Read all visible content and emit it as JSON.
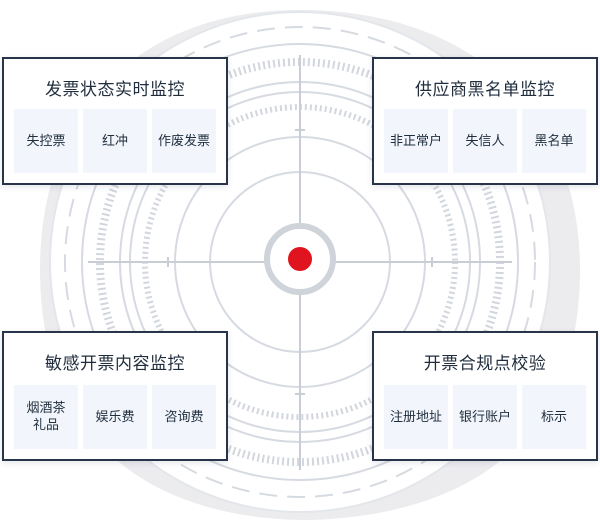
{
  "colors": {
    "frame": "#27344a",
    "tag_bg": "#f2f6fc",
    "ring": "#d6dae1",
    "ring_dark": "#c9ced6",
    "target": "#e0141e"
  },
  "cards": [
    {
      "title": "发票状态实时监控",
      "tags": [
        "失控票",
        "红冲",
        "作废发票"
      ]
    },
    {
      "title": "供应商黑名单监控",
      "tags": [
        "非正常户",
        "失信人",
        "黑名单"
      ]
    },
    {
      "title": "敏感开票内容监控",
      "tags": [
        "烟酒茶\n礼品",
        "娱乐费",
        "咨询费"
      ]
    },
    {
      "title": "开票合规点校验",
      "tags": [
        "注册地址",
        "银行账户",
        "标示"
      ]
    }
  ]
}
